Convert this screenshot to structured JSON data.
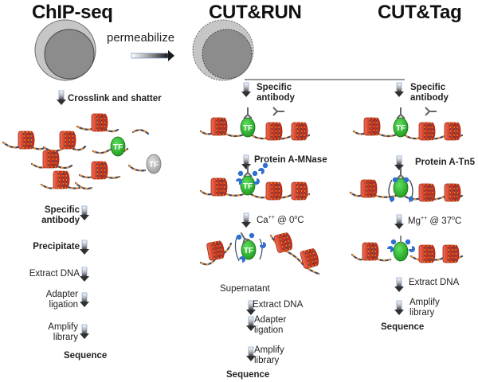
{
  "columns": [
    {
      "id": "chip-seq",
      "title": "ChIP-seq",
      "steps": [
        {
          "label": "Crosslink and shatter",
          "bold": true
        },
        {
          "label_lines": [
            "Specific",
            "antibody"
          ],
          "bold": true
        },
        {
          "label": "Precipitate",
          "bold": true
        },
        {
          "label": "Extract DNA",
          "bold": false
        },
        {
          "label_lines": [
            "Adapter",
            "ligation"
          ],
          "bold": false
        },
        {
          "label_lines": [
            "Amplify",
            "library"
          ],
          "bold": false
        },
        {
          "label": "Sequence",
          "bold": true
        }
      ]
    },
    {
      "id": "cut-and-run",
      "title": "CUT&RUN",
      "steps": [
        {
          "label_lines": [
            "Specific",
            "antibody"
          ],
          "bold": true
        },
        {
          "label": "Protein A-MNase",
          "bold": true
        },
        {
          "label": "Ca++ @ 0oC",
          "prefix": "Ca",
          "sup1": "++",
          "mid": " @ 0",
          "sup2": "o",
          "suffix": "C",
          "bold": false
        },
        {
          "label": "Supernatant",
          "bold": false
        },
        {
          "label": "Extract DNA",
          "bold": false
        },
        {
          "label_lines": [
            "Adapter",
            "ligation"
          ],
          "bold": false
        },
        {
          "label_lines": [
            "Amplify",
            "library"
          ],
          "bold": false
        },
        {
          "label": "Sequence",
          "bold": true
        }
      ]
    },
    {
      "id": "cut-and-tag",
      "title": "CUT&Tag",
      "steps": [
        {
          "label_lines": [
            "Specific",
            "antibody"
          ],
          "bold": true
        },
        {
          "label": "Protein A-Tn5",
          "bold": true
        },
        {
          "label": "Mg++ @ 37oC",
          "prefix": "Mg",
          "sup1": "++",
          "mid": " @ 37",
          "sup2": "o",
          "suffix": "C",
          "bold": false
        },
        {
          "label": "Extract DNA",
          "bold": false
        },
        {
          "label_lines": [
            "Amplify",
            "library"
          ],
          "bold": false
        },
        {
          "label": "Sequence",
          "bold": true
        }
      ]
    }
  ],
  "permeabilize_label": "permeabilize",
  "tf_label": "TF",
  "colors": {
    "nucleosome": "#d93a1f",
    "nucleosome_dark": "#a8220e",
    "dna_blue": "#3a4a6b",
    "dna_orange": "#f0902a",
    "tf_green": "#2fb52f",
    "tf_gray": "#b5b5b5",
    "protein_a_blue": "#2f6fd0",
    "cell_outer": "#c8c8c8",
    "cell_inner": "#8a8a8a"
  }
}
